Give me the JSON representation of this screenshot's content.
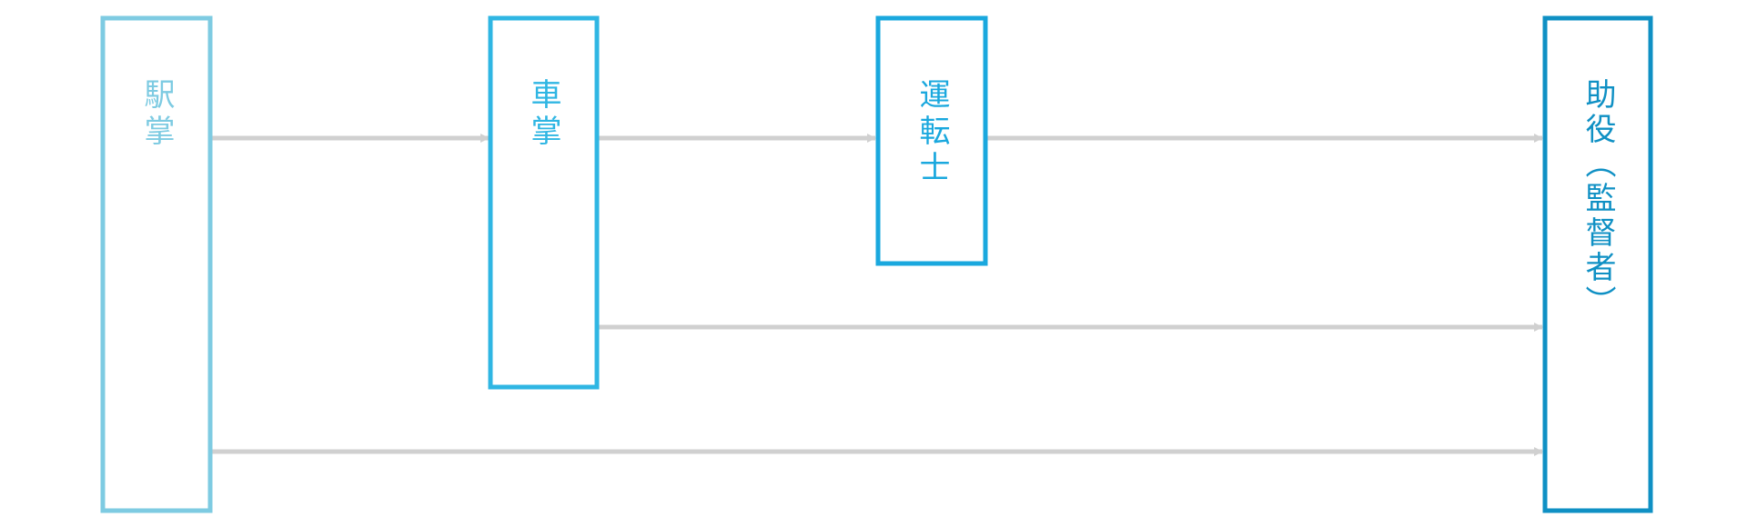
{
  "colors": {
    "background": "#ffffff",
    "arrow": "#d0d0d0",
    "station_master": "#7ecbe2",
    "conductor": "#2fb6e3",
    "driver": "#1aa8de",
    "assistant": "#0f90c4"
  },
  "nodes": [
    {
      "id": "station_master",
      "label": "駅掌"
    },
    {
      "id": "conductor",
      "label": "車掌"
    },
    {
      "id": "driver",
      "label": "運転士"
    },
    {
      "id": "assistant",
      "label": "助役︵監督者︶"
    }
  ],
  "edges": [
    {
      "from": "station_master",
      "to": "conductor"
    },
    {
      "from": "conductor",
      "to": "driver"
    },
    {
      "from": "driver",
      "to": "assistant"
    },
    {
      "from": "conductor",
      "to": "assistant"
    },
    {
      "from": "station_master",
      "to": "assistant"
    }
  ]
}
